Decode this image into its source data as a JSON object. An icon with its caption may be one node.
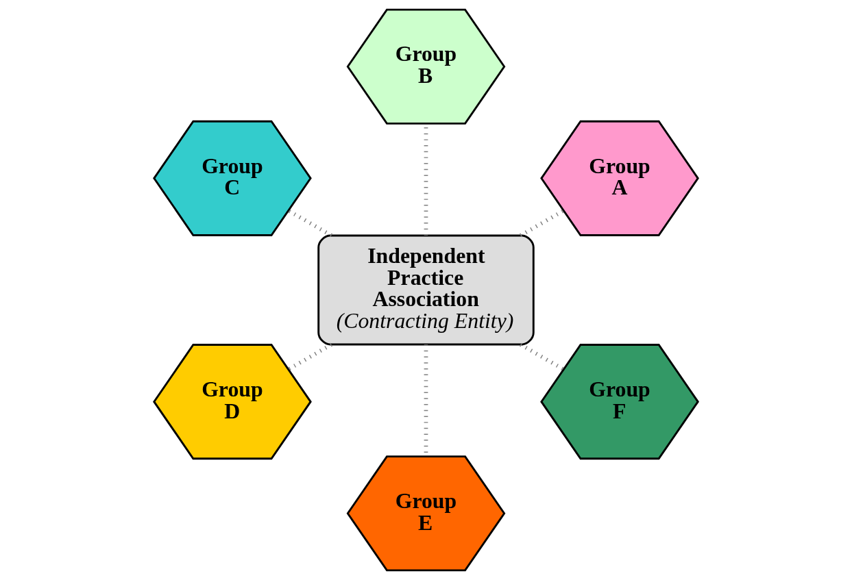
{
  "diagram": {
    "nodes": [
      {
        "text": [
          "Independent Practice Association",
          "(Contracting Entity)"
        ]
      },
      {
        "text": [
          "Group A"
        ]
      },
      {
        "text": [
          "Group B"
        ]
      },
      {
        "text": [
          "Group C"
        ]
      },
      {
        "text": [
          "Group D"
        ]
      },
      {
        "text": [
          "Group E"
        ]
      },
      {
        "text": [
          "Group F"
        ]
      }
    ],
    "edges": [
      {
        "from": 0,
        "to": 1,
        "arrow": "none",
        "style": "dashed"
      },
      {
        "from": 0,
        "to": 2,
        "arrow": "none",
        "style": "dashed"
      },
      {
        "from": 0,
        "to": 3,
        "arrow": "none",
        "style": "dashed"
      },
      {
        "from": 0,
        "to": 4,
        "arrow": "none",
        "style": "dashed"
      },
      {
        "from": 0,
        "to": 5,
        "arrow": "none",
        "style": "dashed"
      },
      {
        "from": 0,
        "to": 6,
        "arrow": "none",
        "style": "dashed"
      }
    ]
  }
}
